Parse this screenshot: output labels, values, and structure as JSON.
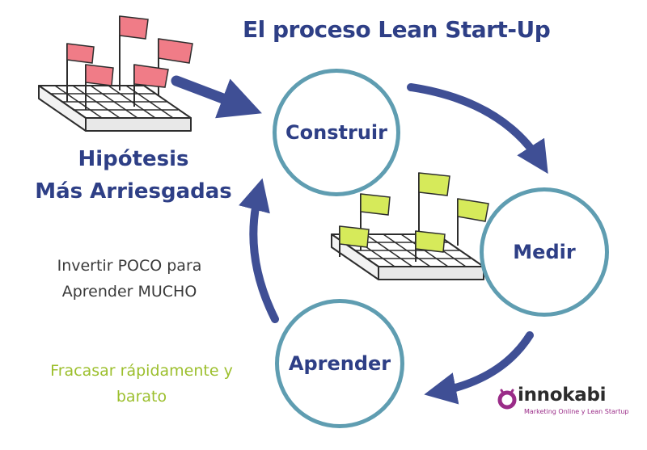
{
  "title": "El proceso Lean Start-Up",
  "hypothesis": {
    "line1": "Hipótesis",
    "line2": "Más Arriesgadas"
  },
  "invest_note": {
    "line1": "Invertir POCO para",
    "line2": "Aprender MUCHO"
  },
  "fail_note": {
    "line1": "Fracasar rápidamente y",
    "line2": "barato"
  },
  "cycle_steps": [
    {
      "label": "Construir"
    },
    {
      "label": "Medir"
    },
    {
      "label": "Aprender"
    }
  ],
  "brand": {
    "name": "innokabi",
    "tagline": "Marketing Online y Lean Startup"
  },
  "colors": {
    "title": "#2e3f86",
    "circle_border": "#5f9db1",
    "arrow": "#3f4f95",
    "fail_note": "#9cbf2d",
    "flags_red": "#f07c87",
    "flags_green": "#d6ea5a",
    "brand": "#9a2c88"
  },
  "icons": {
    "board_red": "red-flags-board-icon",
    "board_green": "green-flags-board-icon",
    "logo": "innokabi-logo-icon"
  }
}
